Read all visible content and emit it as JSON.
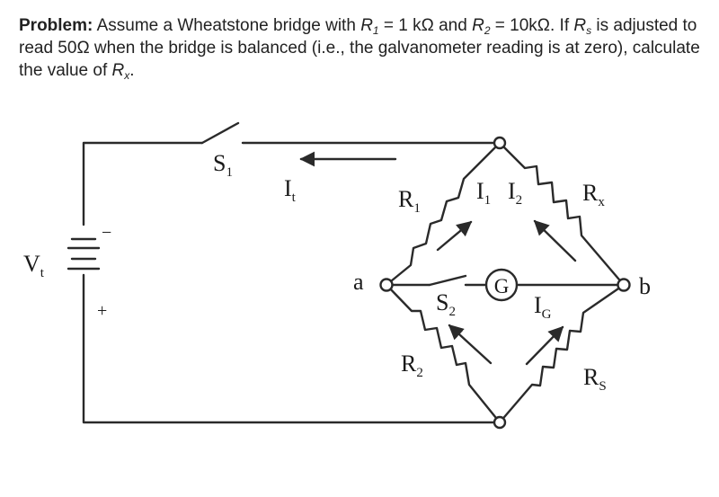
{
  "problem": {
    "lead": "Problem:",
    "t1": " Assume a Wheatstone bridge with ",
    "r1_var": "R",
    "r1_sub": "1",
    "t2": " = 1 kΩ and ",
    "r2_var": "R",
    "r2_sub": "2",
    "t3": " = 10kΩ. If ",
    "rs_var": "R",
    "rs_sub": "s",
    "t4": " is adjusted to read 50Ω when the bridge is balanced (i.e., the galvanometer reading is at zero), calculate the value of ",
    "rx_var": "R",
    "rx_sub": "x",
    "t5": "."
  },
  "diagram": {
    "switch_s1": {
      "letter": "S",
      "sub": "1"
    },
    "current_it": {
      "letter": "I",
      "sub": "t"
    },
    "source_vt": {
      "letter": "V",
      "sub": "t"
    },
    "polarity": {
      "minus": "−",
      "plus": "+"
    },
    "node_a": "a",
    "node_b": "b",
    "r1": {
      "letter": "R",
      "sub": "1"
    },
    "i1": {
      "letter": "I",
      "sub": "1"
    },
    "i2": {
      "letter": "I",
      "sub": "2"
    },
    "rx": {
      "letter": "R",
      "sub": "x"
    },
    "galvanometer": "G",
    "ig": {
      "letter": "I",
      "sub": "G"
    },
    "switch_s2": {
      "letter": "S",
      "sub": "2"
    },
    "r2": {
      "letter": "R",
      "sub": "2"
    },
    "rs": {
      "letter": "R",
      "sub": "S"
    }
  }
}
